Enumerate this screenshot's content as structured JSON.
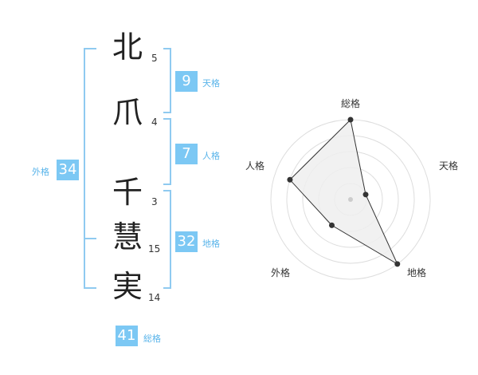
{
  "name_chars": [
    {
      "char": "北",
      "strokes": "5"
    },
    {
      "char": "爪",
      "strokes": "4"
    },
    {
      "char": "千",
      "strokes": "3"
    },
    {
      "char": "慧",
      "strokes": "15"
    },
    {
      "char": "実",
      "strokes": "14"
    }
  ],
  "fortunes": {
    "tenkaku": {
      "value": "9",
      "label": "天格"
    },
    "jinkaku": {
      "value": "7",
      "label": "人格"
    },
    "chikaku": {
      "value": "32",
      "label": "地格"
    },
    "gaikaku": {
      "value": "34",
      "label": "外格"
    },
    "soukaku": {
      "value": "41",
      "label": "総格"
    }
  },
  "colors": {
    "accent": "#7cc8f4",
    "bracket": "#8fcaf0",
    "label_text": "#59b4ea"
  },
  "radar": {
    "axes": [
      "総格",
      "天格",
      "地格",
      "外格",
      "人格"
    ],
    "levels": 5,
    "values": [
      5,
      1,
      5,
      2,
      4
    ]
  }
}
